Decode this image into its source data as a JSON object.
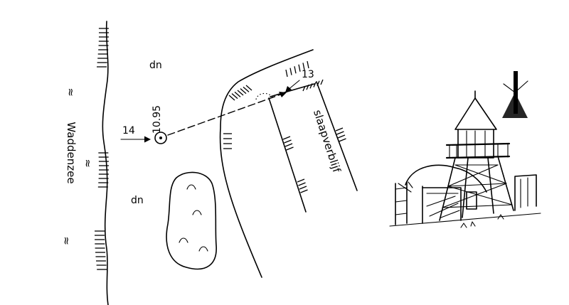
{
  "labels": {
    "sea": "Waddenzee",
    "dune_top": "dn",
    "dune_bottom": "dn",
    "elevation": "10.95",
    "point_14": "14",
    "point_13": "13",
    "building": "slaapverblijf",
    "wave_glyph": "≈"
  },
  "icons": {
    "survey_point": "circle-dot-icon",
    "direction_arrow": "arrow-icon",
    "building_sketch": "beacon-tower-illustration"
  }
}
